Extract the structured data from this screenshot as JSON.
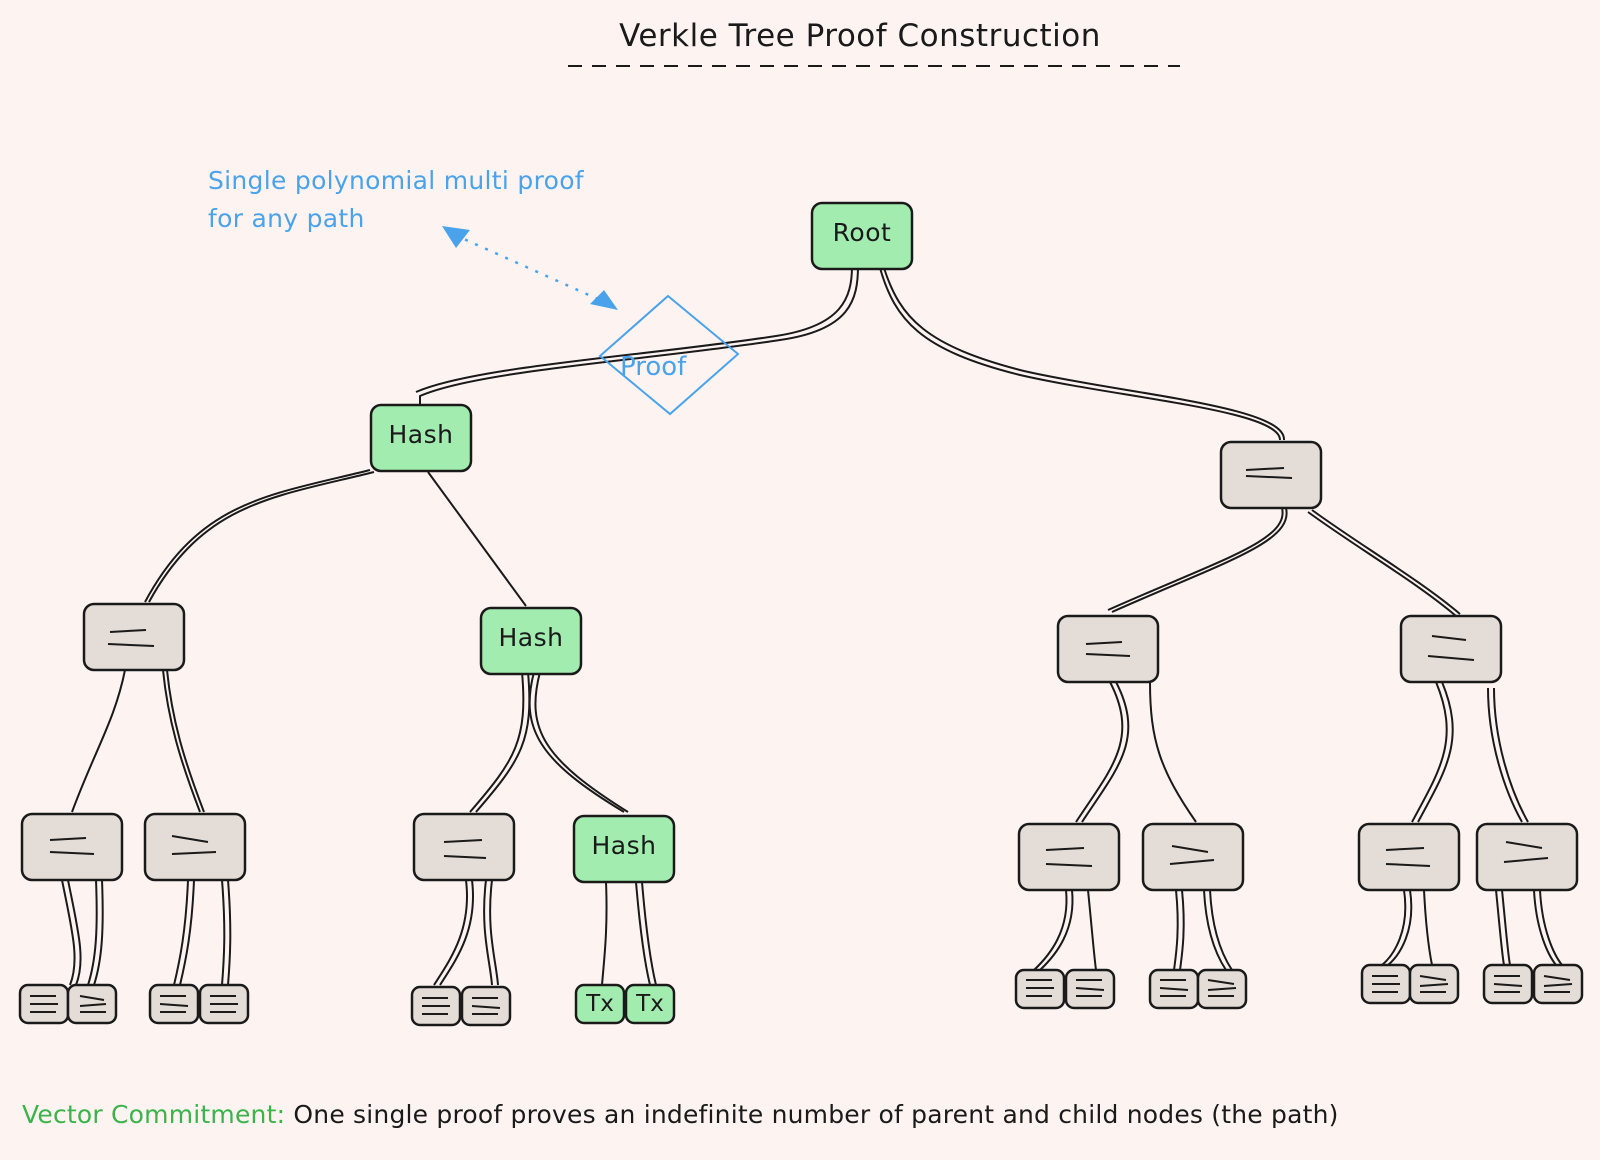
{
  "title": "Verkle Tree Proof Construction",
  "annotation": {
    "line1": "Single polynomial multi proof",
    "line2": "for any path"
  },
  "nodes": {
    "root": "Root",
    "hash_level1": "Hash",
    "hash_level2": "Hash",
    "hash_level3": "Hash",
    "tx_left": "Tx",
    "tx_right": "Tx"
  },
  "proof_label": "Proof",
  "footer": {
    "prefix": "Vector Commitment:",
    "text": "One single proof proves an indefinite number of parent and child nodes (the path)"
  },
  "colors": {
    "background": "#fdf4f2",
    "path_node_fill": "#a3ecb0",
    "plain_node_fill": "#e4dcd6",
    "annotation_blue": "#4aa3ea",
    "commitment_green": "#3bb34a",
    "stroke": "#1a1a1a"
  }
}
